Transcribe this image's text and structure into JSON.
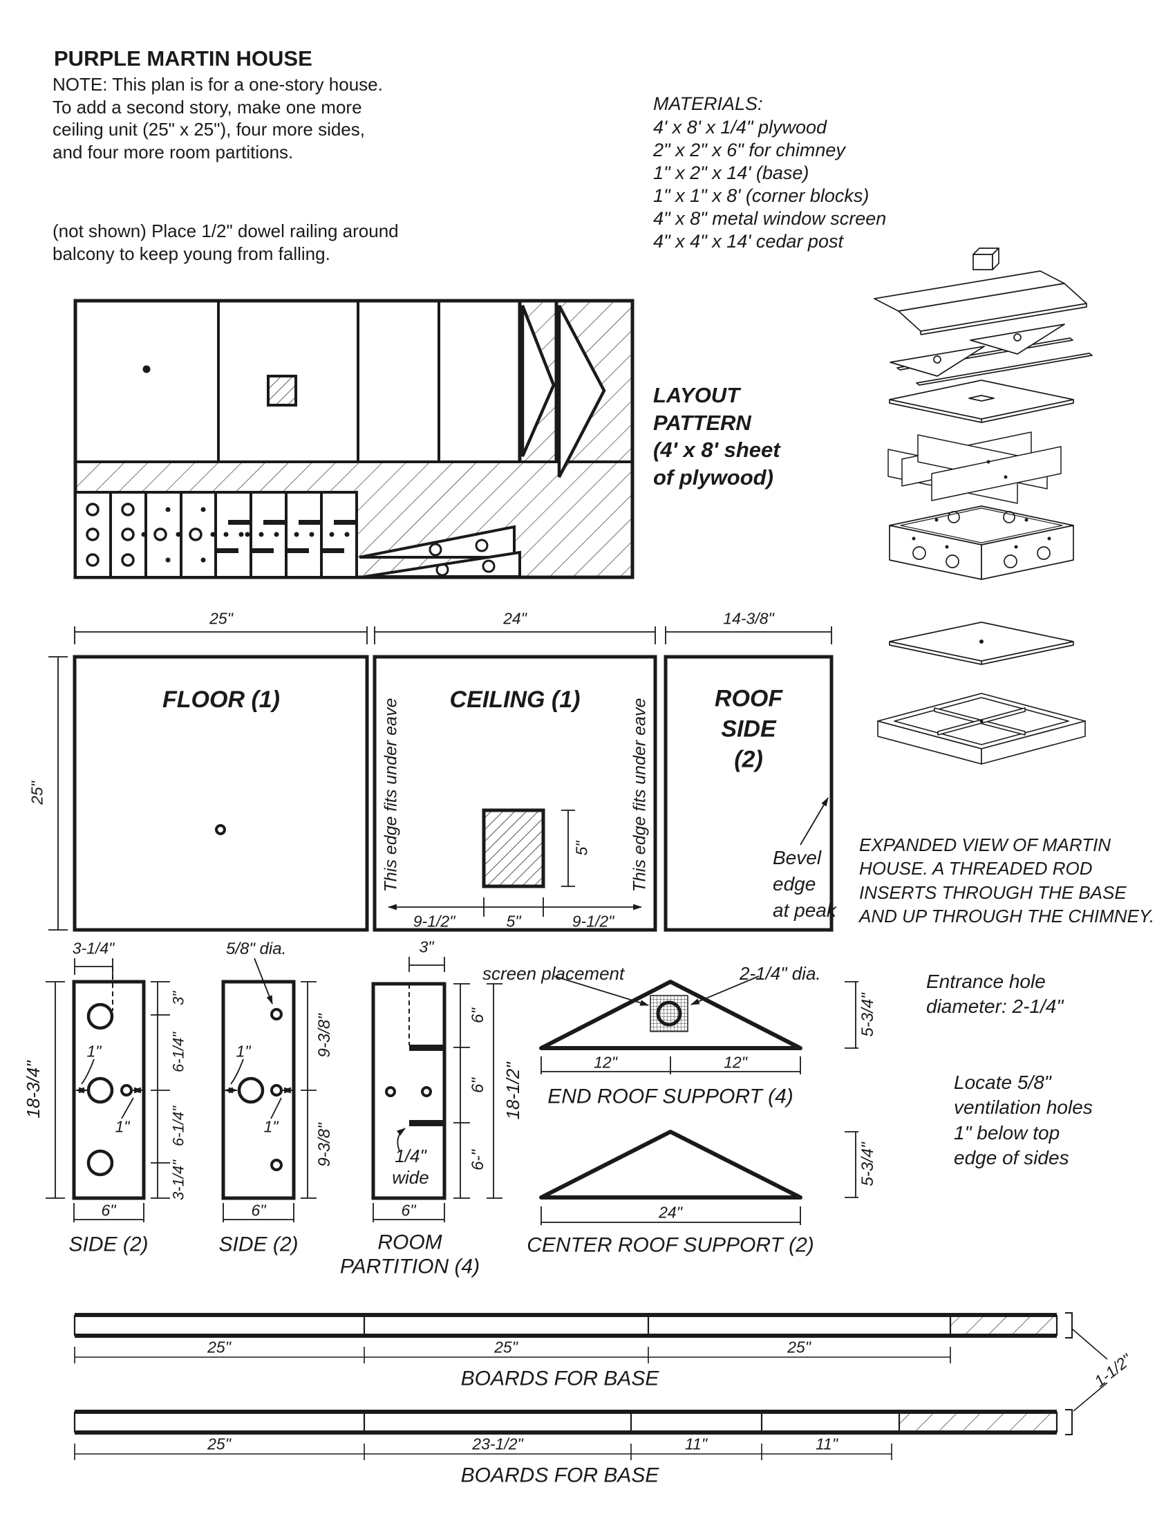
{
  "title": "PURPLE MARTIN HOUSE",
  "intro": {
    "note": "NOTE: This plan is for a one-story house.\nTo add a second story, make one more\nceiling unit (25\" x 25\"), four more sides,\nand four more room partitions.",
    "railing": "(not shown) Place 1/2\" dowel railing around\nbalcony to keep young from falling."
  },
  "materials": {
    "heading": "MATERIALS:",
    "items": [
      "4' x 8' x 1/4\" plywood",
      "2\" x 2\" x 6\" for chimney",
      "1\" x 2\" x 14' (base)",
      "1\" x 1\" x 8' (corner blocks)",
      "4\" x 8\" metal window screen",
      "4\" x 4\" x 14' cedar post"
    ]
  },
  "layout_label": "LAYOUT\nPATTERN\n(4' x 8' sheet\nof plywood)",
  "expanded_caption": "EXPANDED VIEW OF MARTIN\nHOUSE. A THREADED ROD\nINSERTS THROUGH THE BASE\nAND UP THROUGH THE CHIMNEY.",
  "floor": {
    "label": "FLOOR (1)",
    "top_dim": "25\"",
    "left_dim": "25\""
  },
  "ceiling": {
    "label": "CEILING (1)",
    "top_dim": "24\"",
    "edge_note": "This edge fits under eave",
    "hole_dim": "5\"",
    "dims": [
      "9-1/2\"",
      "5\"",
      "9-1/2\""
    ]
  },
  "roof_side": {
    "label": "ROOF\nSIDE\n(2)",
    "top_dim": "14-3/8\"",
    "bevel_note": "Bevel\nedge\nat peak"
  },
  "side_a": {
    "label": "SIDE (2)",
    "top_dim": "3-1/4\"",
    "left_dim": "18-3/4\"",
    "right_dims": [
      "3\"",
      "6-1/4\"",
      "6-1/4\"",
      "3-1/4\""
    ],
    "hole_dim_1": "1\"",
    "hole_dim_2": "1\"",
    "bottom_dim": "6\""
  },
  "side_b": {
    "label": "SIDE (2)",
    "dia_note": "5/8\" dia.",
    "right_dims": [
      "9-3/8\"",
      "9-3/8\""
    ],
    "hole_dim_1": "1\"",
    "hole_dim_2": "1\"",
    "bottom_dim": "6\""
  },
  "partition": {
    "label": "ROOM\nPARTITION (4)",
    "top_dim": "3\"",
    "slot_note": "1/4\"\nwide",
    "right_dims": [
      "6\"",
      "6\"",
      "6-\""
    ],
    "overall_dim": "18-1/2\"",
    "bottom_dim": "6\""
  },
  "end_support": {
    "label": "END ROOF SUPPORT (4)",
    "screen_note": "screen placement",
    "dia_note": "2-1/4\" dia.",
    "base_dims": [
      "12\"",
      "12\""
    ],
    "height_dim": "5-3/4\""
  },
  "center_support": {
    "label": "CENTER ROOF SUPPORT (2)",
    "base_dim": "24\"",
    "height_dim": "5-3/4\""
  },
  "notes": {
    "entrance": "Entrance hole\ndiameter: 2-1/4\"",
    "ventilation": "Locate 5/8\"\nventilation holes\n1\" below top\nedge of sides"
  },
  "board_a": {
    "label": "BOARDS FOR BASE",
    "dims": [
      "25\"",
      "25\"",
      "25\""
    ]
  },
  "board_b": {
    "label": "BOARDS FOR BASE",
    "dims": [
      "25\"",
      "23-1/2\"",
      "11\"",
      "11\""
    ]
  },
  "thickness_dim": "1-1/2\""
}
